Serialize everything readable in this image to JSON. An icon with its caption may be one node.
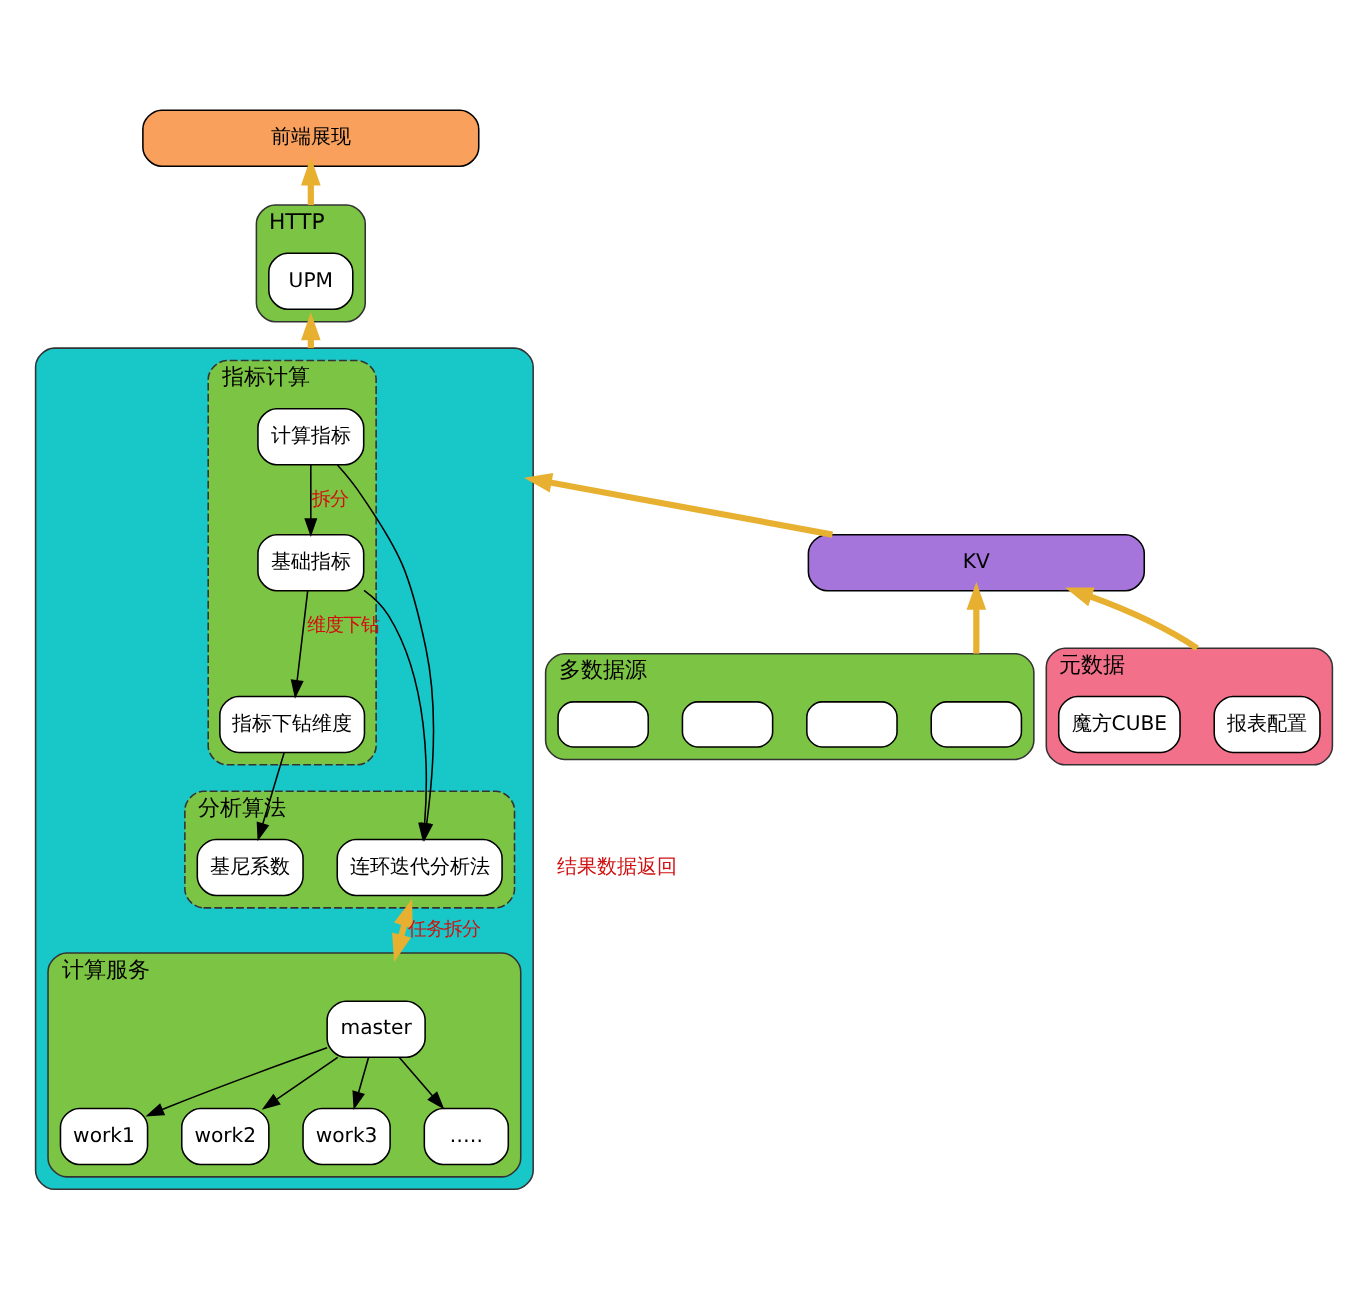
{
  "diagram": {
    "nodes": [
      {
        "text": [
          "前端展现"
        ]
      },
      {
        "text": [
          "HTTP"
        ]
      },
      {
        "text": [
          "UPM"
        ],
        "in": 1
      },
      {
        "text": [],
        "shape": "box"
      },
      {
        "text": [
          "指标计算"
        ],
        "in": 3
      },
      {
        "text": [
          "计算指标"
        ],
        "in": 4
      },
      {
        "text": [
          "基础指标"
        ],
        "in": 4
      },
      {
        "text": [
          "指标下钻维度"
        ],
        "in": 4
      },
      {
        "text": [
          "分析算法"
        ],
        "in": 3
      },
      {
        "text": [
          "连环迭代分析法"
        ],
        "in": 8
      },
      {
        "text": [
          "基尼系数"
        ],
        "in": 8
      },
      {
        "text": [
          "计算服务"
        ],
        "in": 3
      },
      {
        "text": [
          "master"
        ],
        "in": 11
      },
      {
        "text": [
          "work1"
        ],
        "in": 11
      },
      {
        "text": [
          "work2"
        ],
        "in": 11
      },
      {
        "text": [
          "work3"
        ],
        "in": 11
      },
      {
        "text": [
          ".…."
        ],
        "in": 11
      },
      {
        "text": [
          "KV"
        ]
      },
      {
        "text": [
          "多数据源"
        ]
      },
      {
        "text": [],
        "shape": "box",
        "in": 18
      },
      {
        "text": [],
        "shape": "box",
        "in": 18
      },
      {
        "text": [],
        "shape": "box",
        "in": 18
      },
      {
        "text": [],
        "shape": "box",
        "in": 18
      },
      {
        "text": [
          "元数据"
        ]
      },
      {
        "text": [
          "报表配置"
        ],
        "in": 23
      },
      {
        "text": [
          "魔方CUBE"
        ],
        "in": 23
      }
    ],
    "edges": [
      {
        "from": 1,
        "to": 0,
        "arrow": "to",
        "style": "thick",
        "color": "#e8b030"
      },
      {
        "from": 3,
        "to": 1,
        "arrow": "to",
        "style": "thick",
        "color": "#e8b030"
      },
      {
        "from": 5,
        "to": 6,
        "arrow": "to",
        "label": "拆分"
      },
      {
        "from": 6,
        "to": 7,
        "arrow": "to",
        "label": "维度下钻"
      },
      {
        "from": 5,
        "to": 9,
        "arrow": "to"
      },
      {
        "from": 6,
        "to": 9,
        "arrow": "to"
      },
      {
        "from": 7,
        "to": 10,
        "arrow": "to"
      },
      {
        "from": 8,
        "to": 11,
        "arrow": "both",
        "label": "任务拆分",
        "style": "thick",
        "color": "#e8b030"
      },
      {
        "from": 12,
        "to": 13,
        "arrow": "to"
      },
      {
        "from": 12,
        "to": 14,
        "arrow": "to"
      },
      {
        "from": 12,
        "to": 15,
        "arrow": "to"
      },
      {
        "from": 12,
        "to": 16,
        "arrow": "to"
      },
      {
        "from": 17,
        "to": 3,
        "arrow": "to",
        "style": "thick",
        "color": "#e8b030"
      },
      {
        "from": 18,
        "to": 17,
        "arrow": "to",
        "style": "thick",
        "color": "#e8b030"
      },
      {
        "from": 23,
        "to": 17,
        "arrow": "to",
        "style": "thick",
        "color": "#e8b030"
      }
    ],
    "labels": [
      "结果数据返回"
    ]
  }
}
